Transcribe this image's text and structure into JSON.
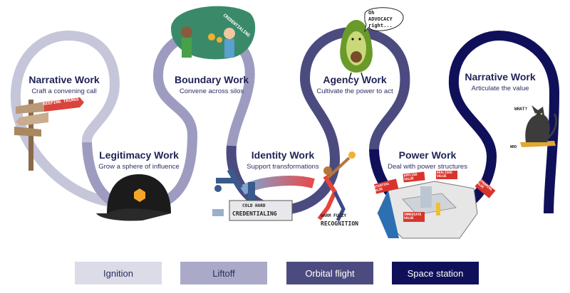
{
  "nodes": [
    {
      "title": "Narrative Work",
      "subtitle": "Craft a convening call"
    },
    {
      "title": "Legitimacy Work",
      "subtitle": "Grow a sphere of influence"
    },
    {
      "title": "Boundary Work",
      "subtitle": "Convene across silos"
    },
    {
      "title": "Identity Work",
      "subtitle": "Support transformations"
    },
    {
      "title": "Agency Work",
      "subtitle": "Cultivate the power to act"
    },
    {
      "title": "Power Work",
      "subtitle": "Deal with power structures"
    },
    {
      "title": "Narrative Work",
      "subtitle": "Articulate the value"
    }
  ],
  "phases": [
    {
      "label": "Ignition",
      "bg": "#dcdce8",
      "fg": "#2a2d5a"
    },
    {
      "label": "Liftoff",
      "bg": "#aaaac8",
      "fg": "#2a2d5a"
    },
    {
      "label": "Orbital flight",
      "bg": "#4c4b80",
      "fg": "#ffffff"
    },
    {
      "label": "Space station",
      "bg": "#10105a",
      "fg": "#ffffff"
    }
  ],
  "illustrations": {
    "signpost": "KEEPING THINGS WEIRD",
    "recognition_banner": "RECOGNITION",
    "credentialing_banner": "CREDENTIALING",
    "speech_bubble": "Oh ADVOCACY right...",
    "cold_label": "COLD HARD",
    "credentialing_box": "CREDENTIALING",
    "warm_label": "WARM FUZZY",
    "recognition_label": "RECOGNITION",
    "potential_value": "POTENTIAL VALUE",
    "applied_value": "APPLIED VALUE",
    "realized_value": "REALISED VALUE",
    "immediate_value": "IMMEDIATE VALUE",
    "reframing_value": "REFRAMING VALUE",
    "cat_speech": "WHAT?",
    "cat_mark": "WRO"
  },
  "colors": {
    "ignition": "#c6c6da",
    "liftoff": "#9d9cc0",
    "orbital": "#4c4b80",
    "station": "#10105a",
    "title_text": "#1f2356"
  }
}
